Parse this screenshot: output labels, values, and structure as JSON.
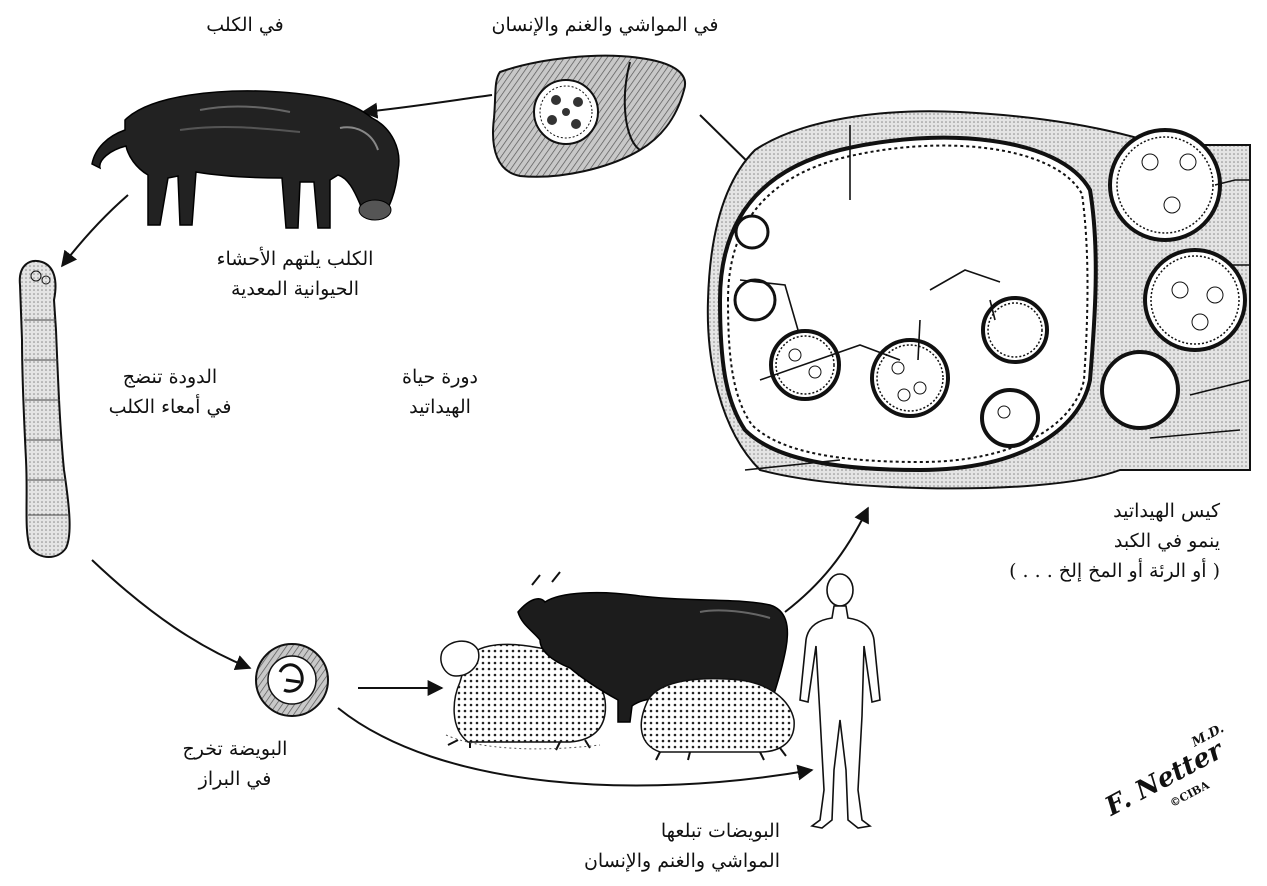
{
  "labels": {
    "dog_stage": "في الكلب",
    "intermediate_hosts": "في المواشي والغنم والإنسان",
    "dog_eats_viscera": [
      "الكلب يلتهم الأحشاء",
      "الحيوانية المعدية"
    ],
    "worm_matures": [
      "الدودة تنضج",
      "في أمعاء الكلب"
    ],
    "life_cycle": [
      "دورة حياة",
      "الهيداتيد"
    ],
    "cyst_grows": [
      "كيس الهيداتيد",
      "ينمو في الكبد",
      "( أو الرئة أو المخ إلخ . . . )"
    ],
    "egg_exits": [
      "البويضة تخرج",
      "في البراز"
    ],
    "eggs_swallowed": [
      "البويضات تبلعها",
      "المواشي والغنم والإنسان"
    ]
  },
  "signature": {
    "name": "F. Netter",
    "suffix": "M.D.",
    "mark": "©CIBA"
  }
}
